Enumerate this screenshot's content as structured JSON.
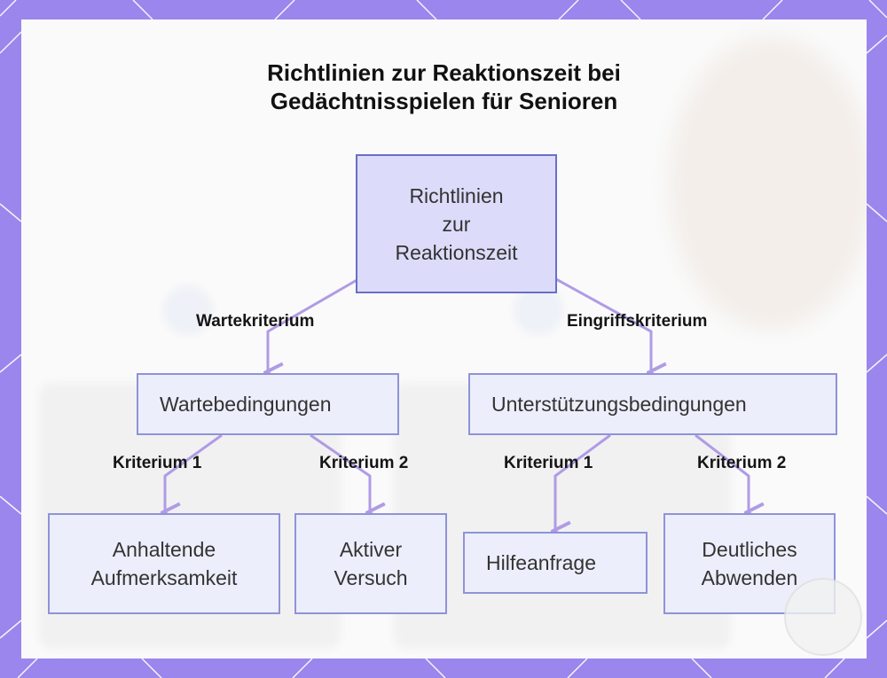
{
  "title": {
    "line1": "Richtlinien zur Reaktionszeit bei",
    "line2": "Gedächtnisspielen für Senioren"
  },
  "root": {
    "lines": [
      "Richtlinien",
      "zur",
      "Reaktionszeit"
    ]
  },
  "branches": {
    "left": {
      "edge_label": "Wartekriterium",
      "node": "Wartebedingungen",
      "children": [
        {
          "edge_label": "Kriterium 1",
          "lines": [
            "Anhaltende",
            "Aufmerksamkeit"
          ]
        },
        {
          "edge_label": "Kriterium 2",
          "lines": [
            "Aktiver",
            "Versuch"
          ]
        }
      ]
    },
    "right": {
      "edge_label": "Eingriffskriterium",
      "node": "Unterstützungsbedingungen",
      "children": [
        {
          "edge_label": "Kriterium 1",
          "lines": [
            "Hilfeanfrage"
          ]
        },
        {
          "edge_label": "Kriterium 2",
          "lines": [
            "Deutliches",
            "Abwenden"
          ]
        }
      ]
    }
  },
  "colors": {
    "frame": "#9a86ec",
    "edge": "#b09be6",
    "node_fill": "#eceefb",
    "node_border": "#8f93d8",
    "root_fill": "#dcdcfa"
  }
}
